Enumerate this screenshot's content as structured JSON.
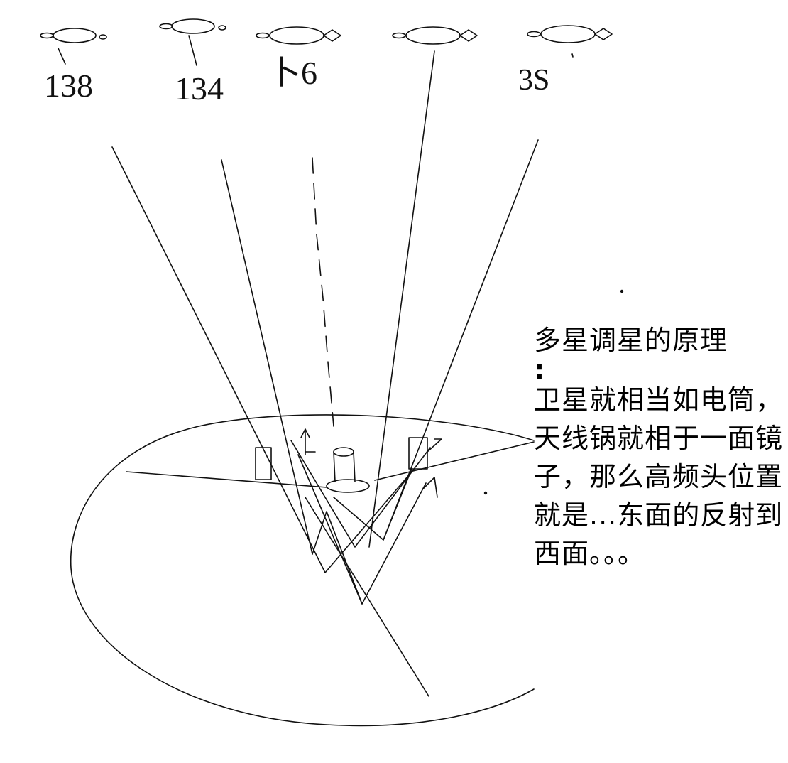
{
  "satellites": [
    {
      "id": "sat-138",
      "label": "138"
    },
    {
      "id": "sat-134",
      "label": "134"
    },
    {
      "id": "sat-mid",
      "label": "卜6"
    },
    {
      "id": "sat-right",
      "label": ""
    },
    {
      "id": "sat-3s",
      "label": "3S"
    }
  ],
  "explanation": {
    "title": "多星调星的原理",
    "colon": ":",
    "body": "卫星就相当如电筒，天线锅就相于一面镜子，那么高频头位置就是...东面的反射到西面。。。"
  },
  "colors": {
    "ink": "#111111",
    "background": "#ffffff"
  }
}
